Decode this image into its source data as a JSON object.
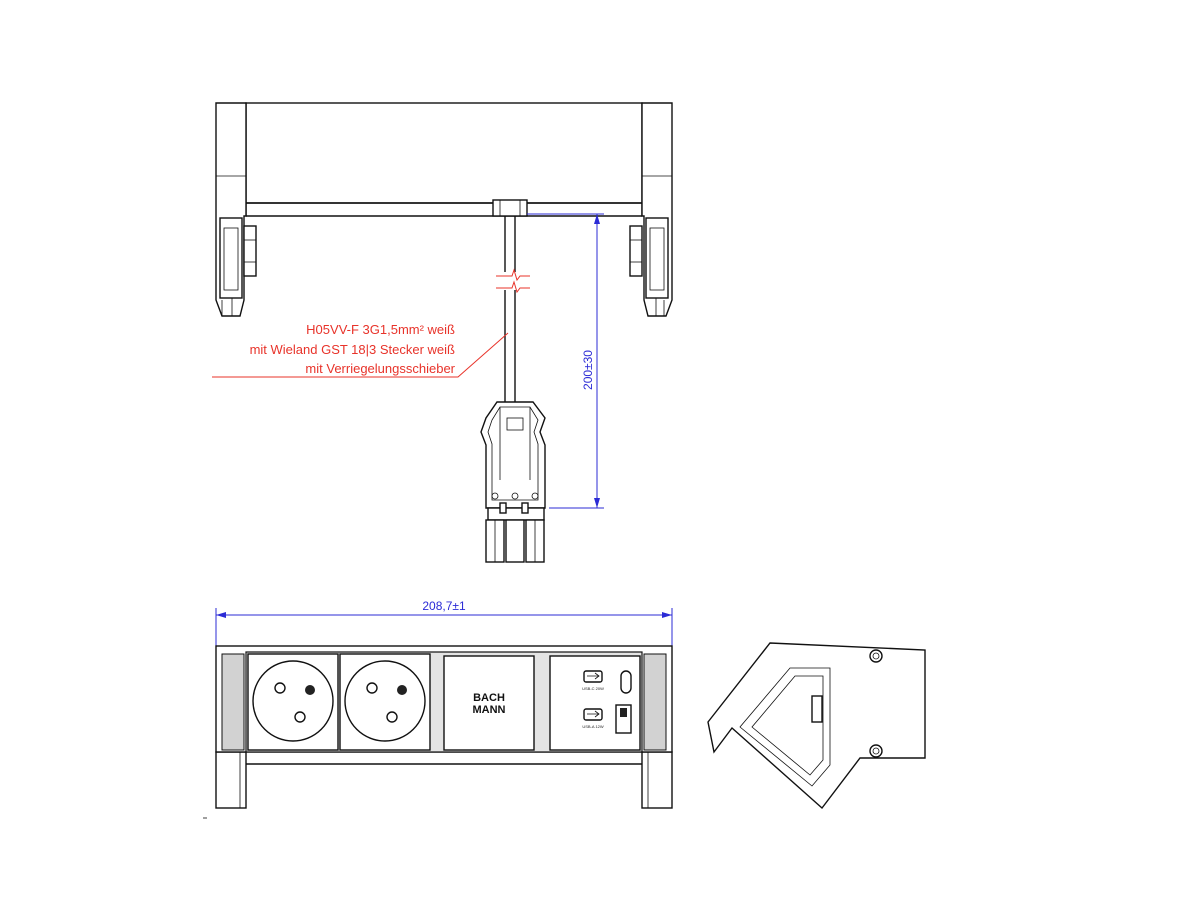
{
  "cable_note": {
    "line1": "H05VV-F 3G1,5mm² weiß",
    "line2": "mit Wieland GST 18|3 Stecker weiß",
    "line3": "mit Verriegelungsschieber"
  },
  "dimensions": {
    "cable_length": "200±30",
    "overall_width": "208,7±1"
  },
  "brand": {
    "line1": "BACH",
    "line2": "MANN"
  },
  "usb_labels": {
    "usb_c": "USB-C 20W",
    "usb_a": "USB-A 12W"
  },
  "colors": {
    "annotation": "#e8332a",
    "dimension": "#2b2bd6",
    "outline": "#111111",
    "body_fill": "#e4e4e4"
  }
}
